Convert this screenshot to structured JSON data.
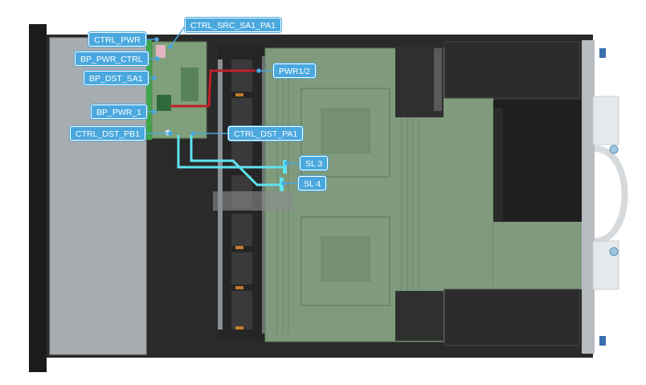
{
  "colors": {
    "callout_bg": "#4aa8de",
    "cable_cyan": "#5fe3ef",
    "cable_red": "#c0202a",
    "board_green": "#7c9a78",
    "chassis_dark": "#262626",
    "drive_bay_gray": "#a9aeb3"
  },
  "callouts": {
    "ctrl_pwr": "CTRL_PWR",
    "ctrl_src_sa1_pa1": "CTRL_SRC_SA1_PA1",
    "bp_pwr_ctrl": "BP_PWR_CTRL",
    "bp_dst_sa1": "BP_DST_SA1",
    "pwr12": "PWR1/2",
    "bp_pwr_1": "BP_PWR_1",
    "ctrl_dst_pb1": "CTRL_DST_PB1",
    "ctrl_dst_pa1": "CTRL_DST_PA1",
    "sl3": "SL 3",
    "sl4": "SL 4"
  }
}
